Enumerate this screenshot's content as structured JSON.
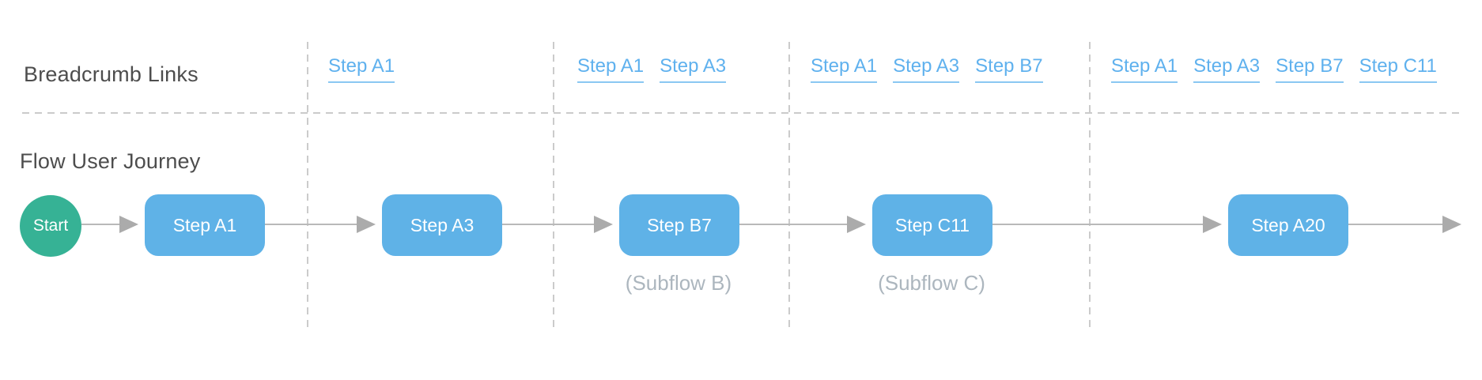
{
  "labels": {
    "breadcrumb_row": "Breadcrumb Links",
    "flow_row": "Flow User Journey"
  },
  "breadcrumb": {
    "columns": [
      {
        "links": [
          "Step A1"
        ]
      },
      {
        "links": [
          "Step A1",
          "Step A3"
        ]
      },
      {
        "links": [
          "Step A1",
          "Step A3",
          "Step B7"
        ]
      },
      {
        "links": [
          "Step A1",
          "Step A3",
          "Step B7",
          "Step C11"
        ]
      }
    ]
  },
  "flow": {
    "start_label": "Start",
    "steps": [
      {
        "label": "Step A1",
        "sublabel": ""
      },
      {
        "label": "Step A3",
        "sublabel": ""
      },
      {
        "label": "Step B7",
        "sublabel": "(Subflow B)"
      },
      {
        "label": "Step C11",
        "sublabel": "(Subflow C)"
      },
      {
        "label": "Step A20",
        "sublabel": ""
      }
    ]
  },
  "colors": {
    "node_blue": "#5fb2e7",
    "link_blue": "#5fb1ee",
    "start_green": "#36b295",
    "label_gray": "#4d4d4d",
    "subflow_gray": "#acb6be",
    "connector_gray": "#b9b9b9",
    "dash_gray": "#cbcbcb"
  }
}
